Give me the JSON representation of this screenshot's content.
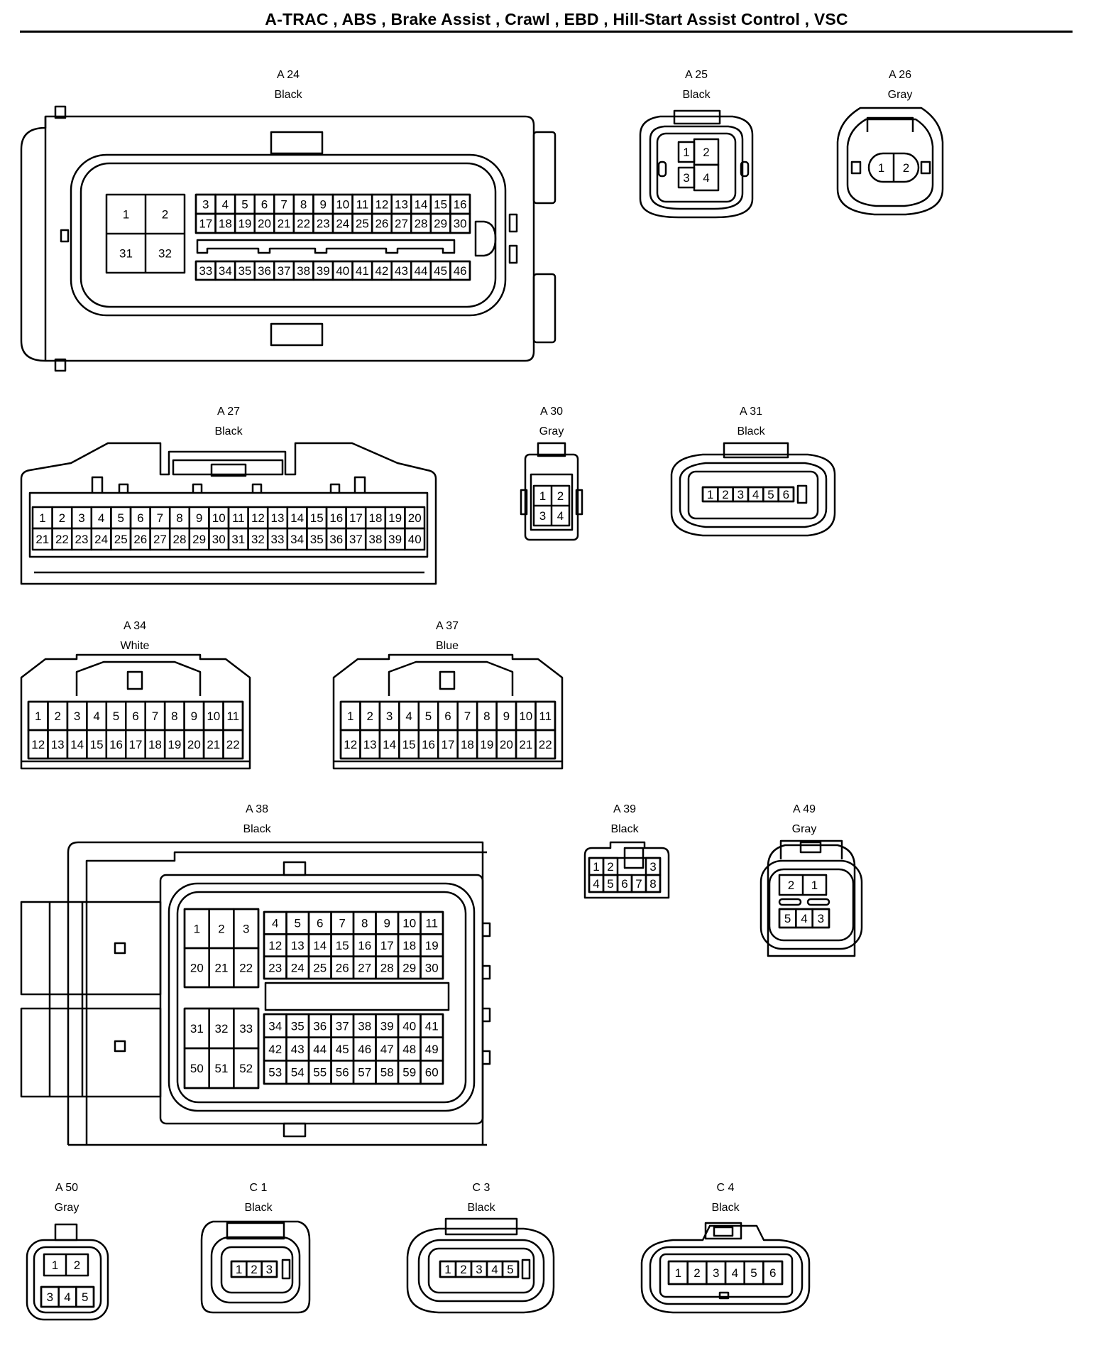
{
  "title": "A-TRAC , ABS , Brake Assist , Crawl , EBD , Hill-Start Assist Control , VSC",
  "connectors": [
    {
      "key": "A24",
      "id": "A 24",
      "color": "Black"
    },
    {
      "key": "A25",
      "id": "A 25",
      "color": "Black"
    },
    {
      "key": "A26",
      "id": "A 26",
      "color": "Gray"
    },
    {
      "key": "A27",
      "id": "A 27",
      "color": "Black"
    },
    {
      "key": "A30",
      "id": "A 30",
      "color": "Gray"
    },
    {
      "key": "A31",
      "id": "A 31",
      "color": "Black"
    },
    {
      "key": "A34",
      "id": "A 34",
      "color": "White"
    },
    {
      "key": "A37",
      "id": "A 37",
      "color": "Blue"
    },
    {
      "key": "A38",
      "id": "A 38",
      "color": "Black"
    },
    {
      "key": "A39",
      "id": "A 39",
      "color": "Black"
    },
    {
      "key": "A49",
      "id": "A 49",
      "color": "Gray"
    },
    {
      "key": "A50",
      "id": "A 50",
      "color": "Gray"
    },
    {
      "key": "C1",
      "id": "C 1",
      "color": "Black"
    },
    {
      "key": "C3",
      "id": "C 3",
      "color": "Black"
    },
    {
      "key": "C4",
      "id": "C 4",
      "color": "Black"
    }
  ],
  "pins": {
    "A24": [
      "1",
      "2",
      "31",
      "32",
      "3",
      "4",
      "5",
      "6",
      "7",
      "8",
      "9",
      "10",
      "11",
      "12",
      "13",
      "14",
      "15",
      "16",
      "17",
      "18",
      "19",
      "20",
      "21",
      "22",
      "23",
      "24",
      "25",
      "26",
      "27",
      "28",
      "29",
      "30",
      "33",
      "34",
      "35",
      "36",
      "37",
      "38",
      "39",
      "40",
      "41",
      "42",
      "43",
      "44",
      "45",
      "46"
    ],
    "A25": [
      "1",
      "2",
      "3",
      "4"
    ],
    "A26": [
      "1",
      "2"
    ],
    "A27": [
      "1",
      "2",
      "3",
      "4",
      "5",
      "6",
      "7",
      "8",
      "9",
      "10",
      "11",
      "12",
      "13",
      "14",
      "15",
      "16",
      "17",
      "18",
      "19",
      "20",
      "21",
      "22",
      "23",
      "24",
      "25",
      "26",
      "27",
      "28",
      "29",
      "30",
      "31",
      "32",
      "33",
      "34",
      "35",
      "36",
      "37",
      "38",
      "39",
      "40"
    ],
    "A30": [
      "1",
      "2",
      "3",
      "4"
    ],
    "A31": [
      "1",
      "2",
      "3",
      "4",
      "5",
      "6"
    ],
    "A34": [
      "1",
      "2",
      "3",
      "4",
      "5",
      "6",
      "7",
      "8",
      "9",
      "10",
      "11",
      "12",
      "13",
      "14",
      "15",
      "16",
      "17",
      "18",
      "19",
      "20",
      "21",
      "22"
    ],
    "A37": [
      "1",
      "2",
      "3",
      "4",
      "5",
      "6",
      "7",
      "8",
      "9",
      "10",
      "11",
      "12",
      "13",
      "14",
      "15",
      "16",
      "17",
      "18",
      "19",
      "20",
      "21",
      "22"
    ],
    "A38": [
      "1",
      "2",
      "3",
      "20",
      "21",
      "22",
      "31",
      "32",
      "33",
      "50",
      "51",
      "52",
      "4",
      "5",
      "6",
      "7",
      "8",
      "9",
      "10",
      "11",
      "12",
      "13",
      "14",
      "15",
      "16",
      "17",
      "18",
      "19",
      "23",
      "24",
      "25",
      "26",
      "27",
      "28",
      "29",
      "30",
      "34",
      "35",
      "36",
      "37",
      "38",
      "39",
      "40",
      "41",
      "42",
      "43",
      "44",
      "45",
      "46",
      "47",
      "48",
      "49",
      "53",
      "54",
      "55",
      "56",
      "57",
      "58",
      "59",
      "60"
    ],
    "A39": [
      "1",
      "2",
      "3",
      "4",
      "5",
      "6",
      "7",
      "8"
    ],
    "A49": [
      "2",
      "1",
      "5",
      "4",
      "3"
    ],
    "A50": [
      "1",
      "2",
      "3",
      "4",
      "5"
    ],
    "C1": [
      "1",
      "2",
      "3"
    ],
    "C3": [
      "1",
      "2",
      "3",
      "4",
      "5"
    ],
    "C4": [
      "1",
      "2",
      "3",
      "4",
      "5",
      "6"
    ]
  }
}
